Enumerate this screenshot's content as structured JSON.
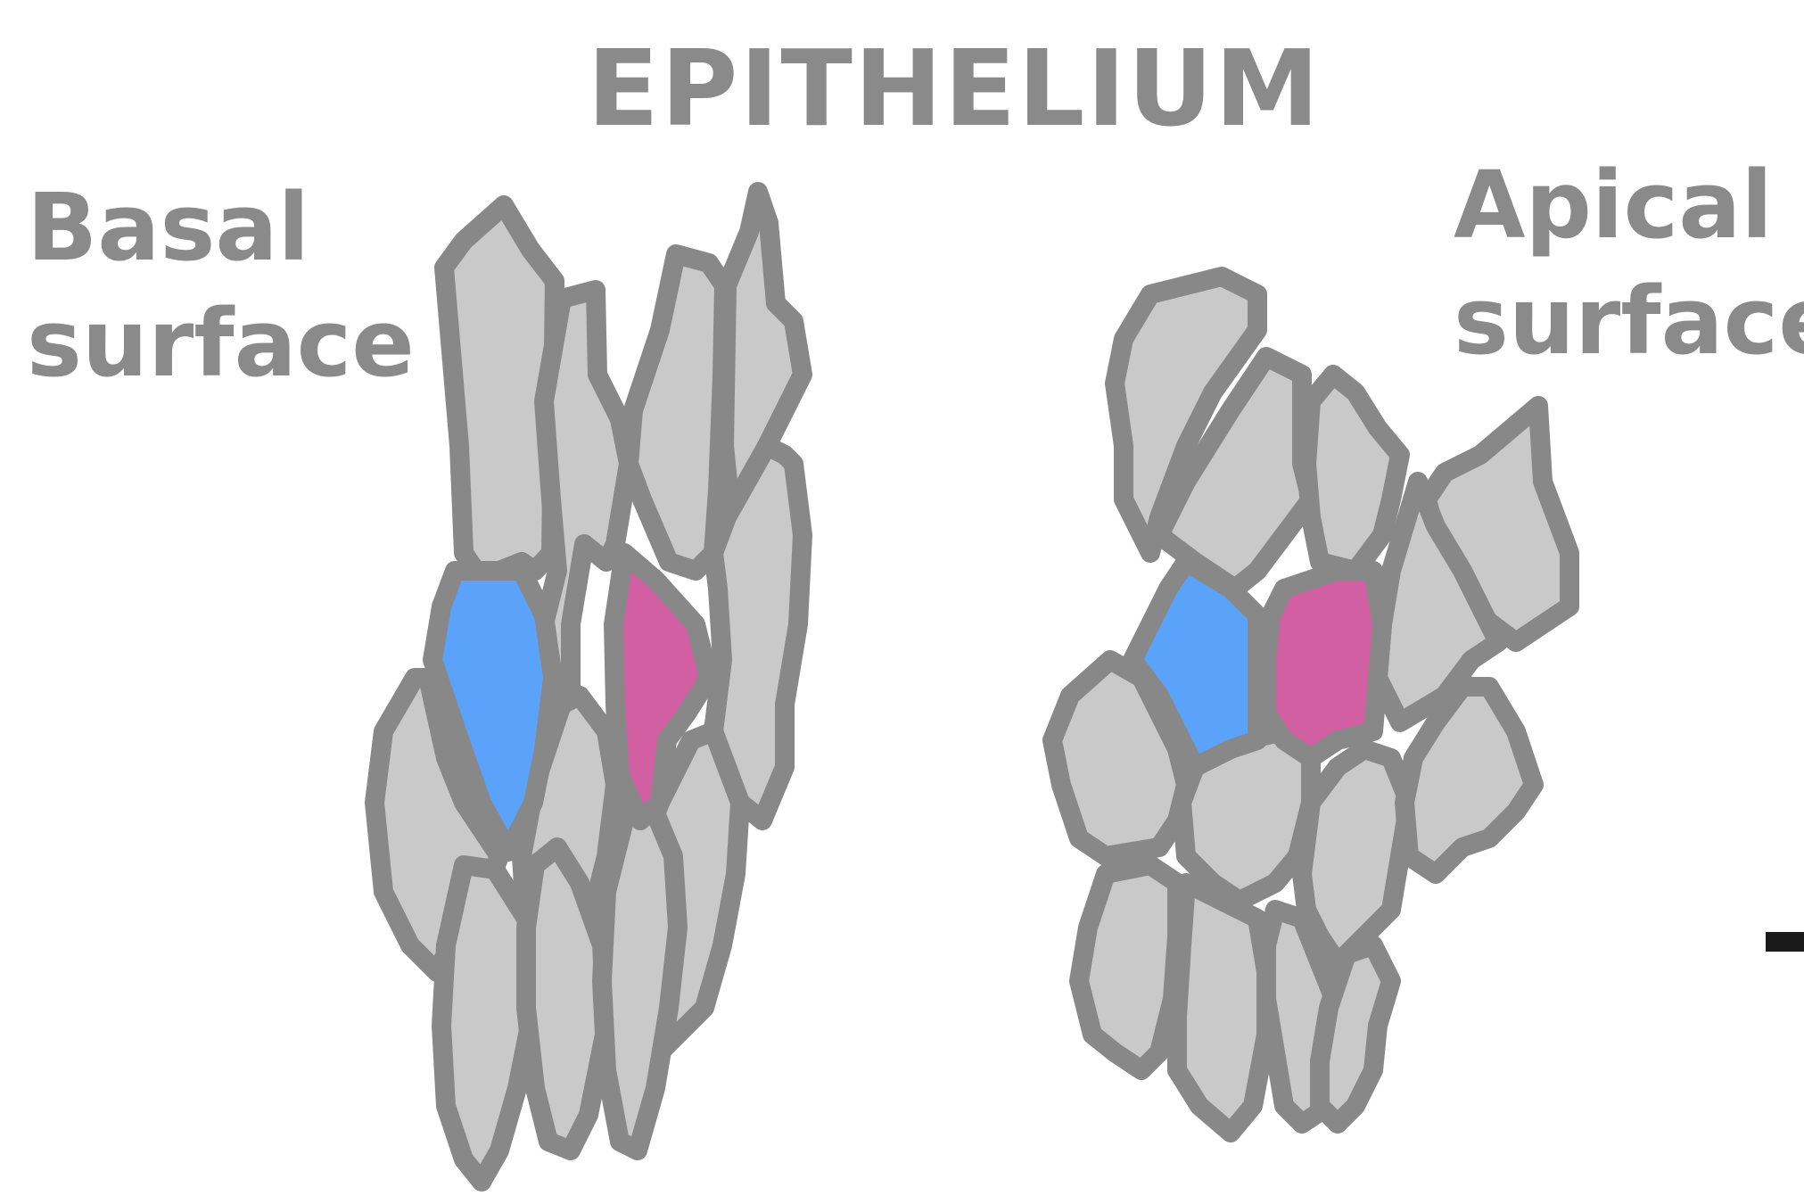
{
  "title": "EPITHELIUM",
  "labels": {
    "basal": [
      "Basal",
      "surface"
    ],
    "apical": [
      "Apical",
      "surface"
    ]
  },
  "colors": {
    "cell_fill": "#c9c9c9",
    "cell_border": "#888888",
    "highlight_blue": "#5aa2fa",
    "highlight_pink": "#d35fa3",
    "text": "#8a8a8a"
  }
}
